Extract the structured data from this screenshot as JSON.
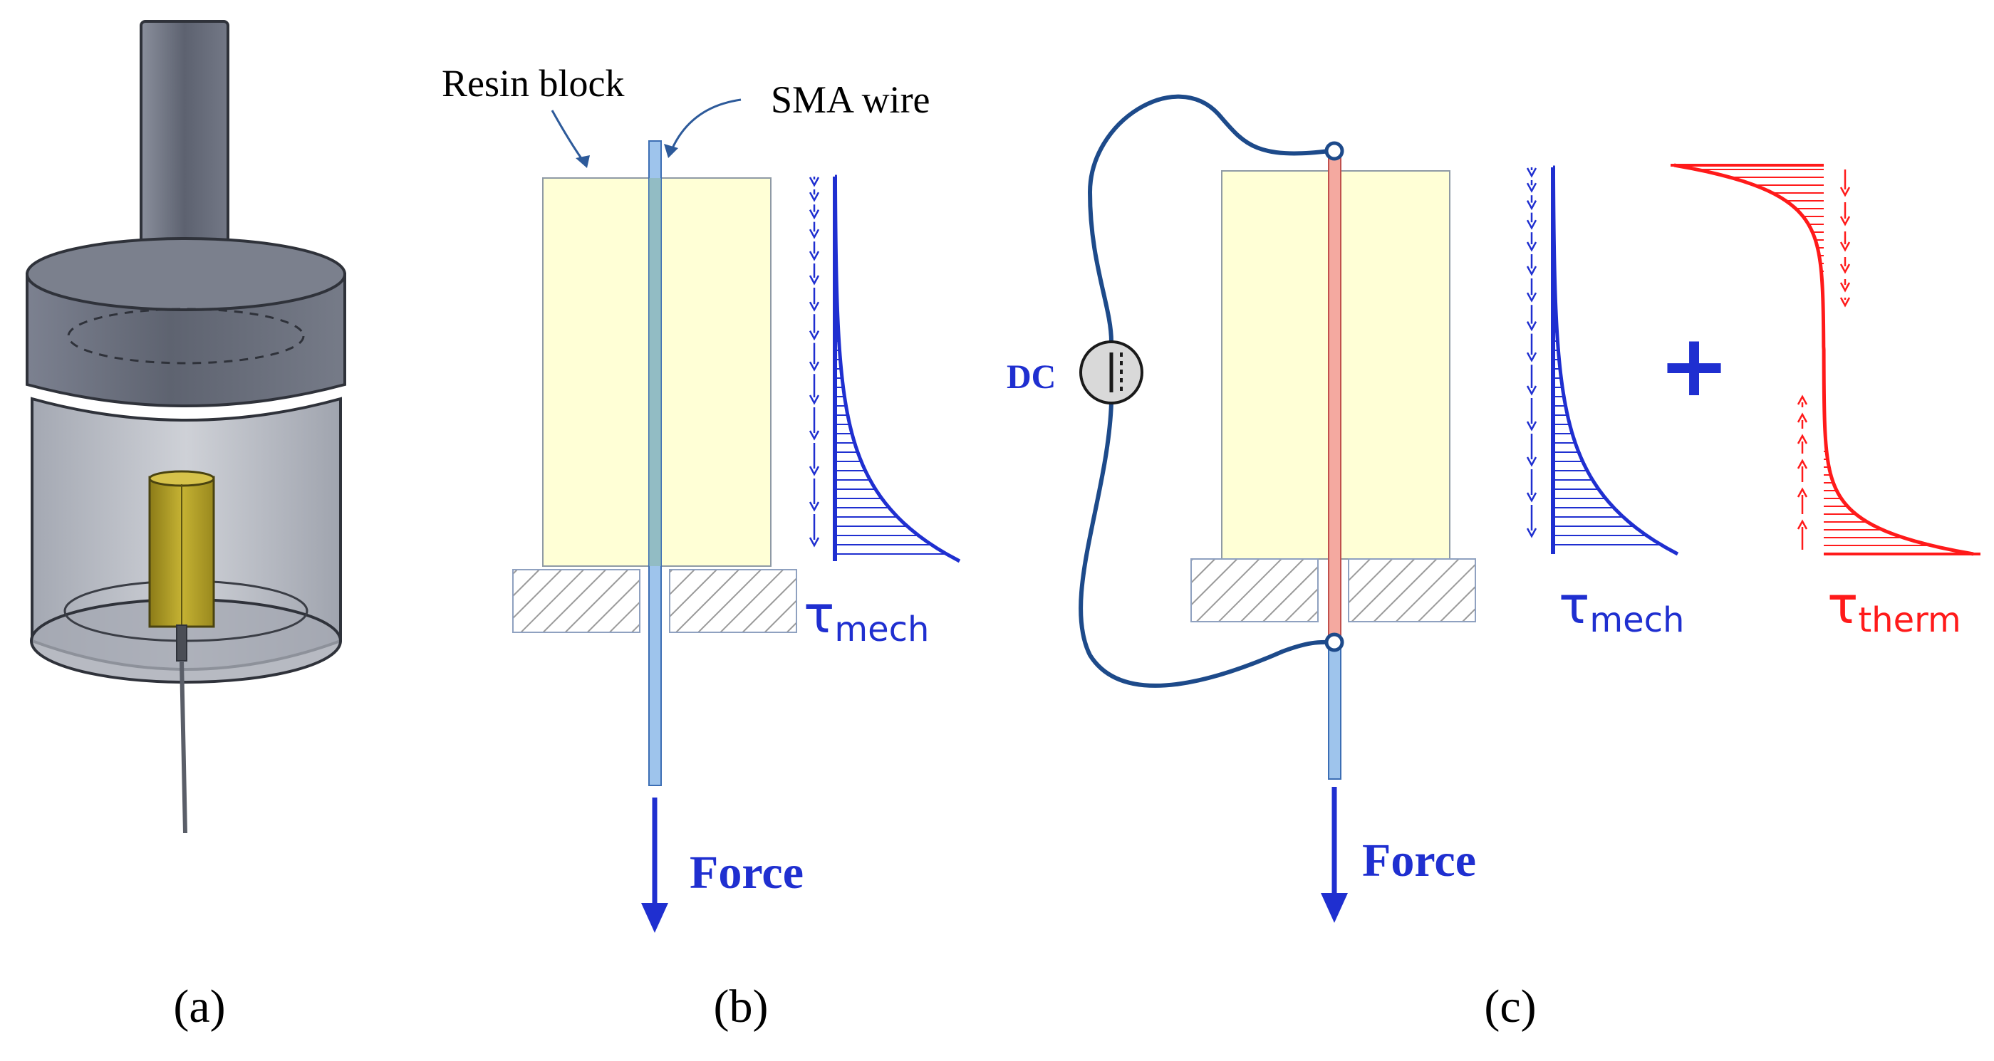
{
  "panels": {
    "a": {
      "label": "(a)"
    },
    "b": {
      "label": "(b)",
      "resin_label": "Resin block",
      "wire_label": "SMA wire",
      "force_label": "Force",
      "tau_symbol": "τ",
      "tau_sub": "mech"
    },
    "c": {
      "label": "(c)",
      "dc_label": "DC",
      "force_label": "Force",
      "plus": "+",
      "tau_mech_symbol": "τ",
      "tau_mech_sub": "mech",
      "tau_therm_symbol": "τ",
      "tau_therm_sub": "therm"
    }
  },
  "colors": {
    "blue": "#1f2fd0",
    "dark_blue": "#1d4a8a",
    "red": "#ff1a1a",
    "resin": "#ffffd6",
    "wire": "#9ec4ec",
    "hot_wire": "#f4a9a0",
    "hatch": "#9a9a9a",
    "cylinder": "#6a6f7c",
    "yellow_block": "#b5a222"
  }
}
